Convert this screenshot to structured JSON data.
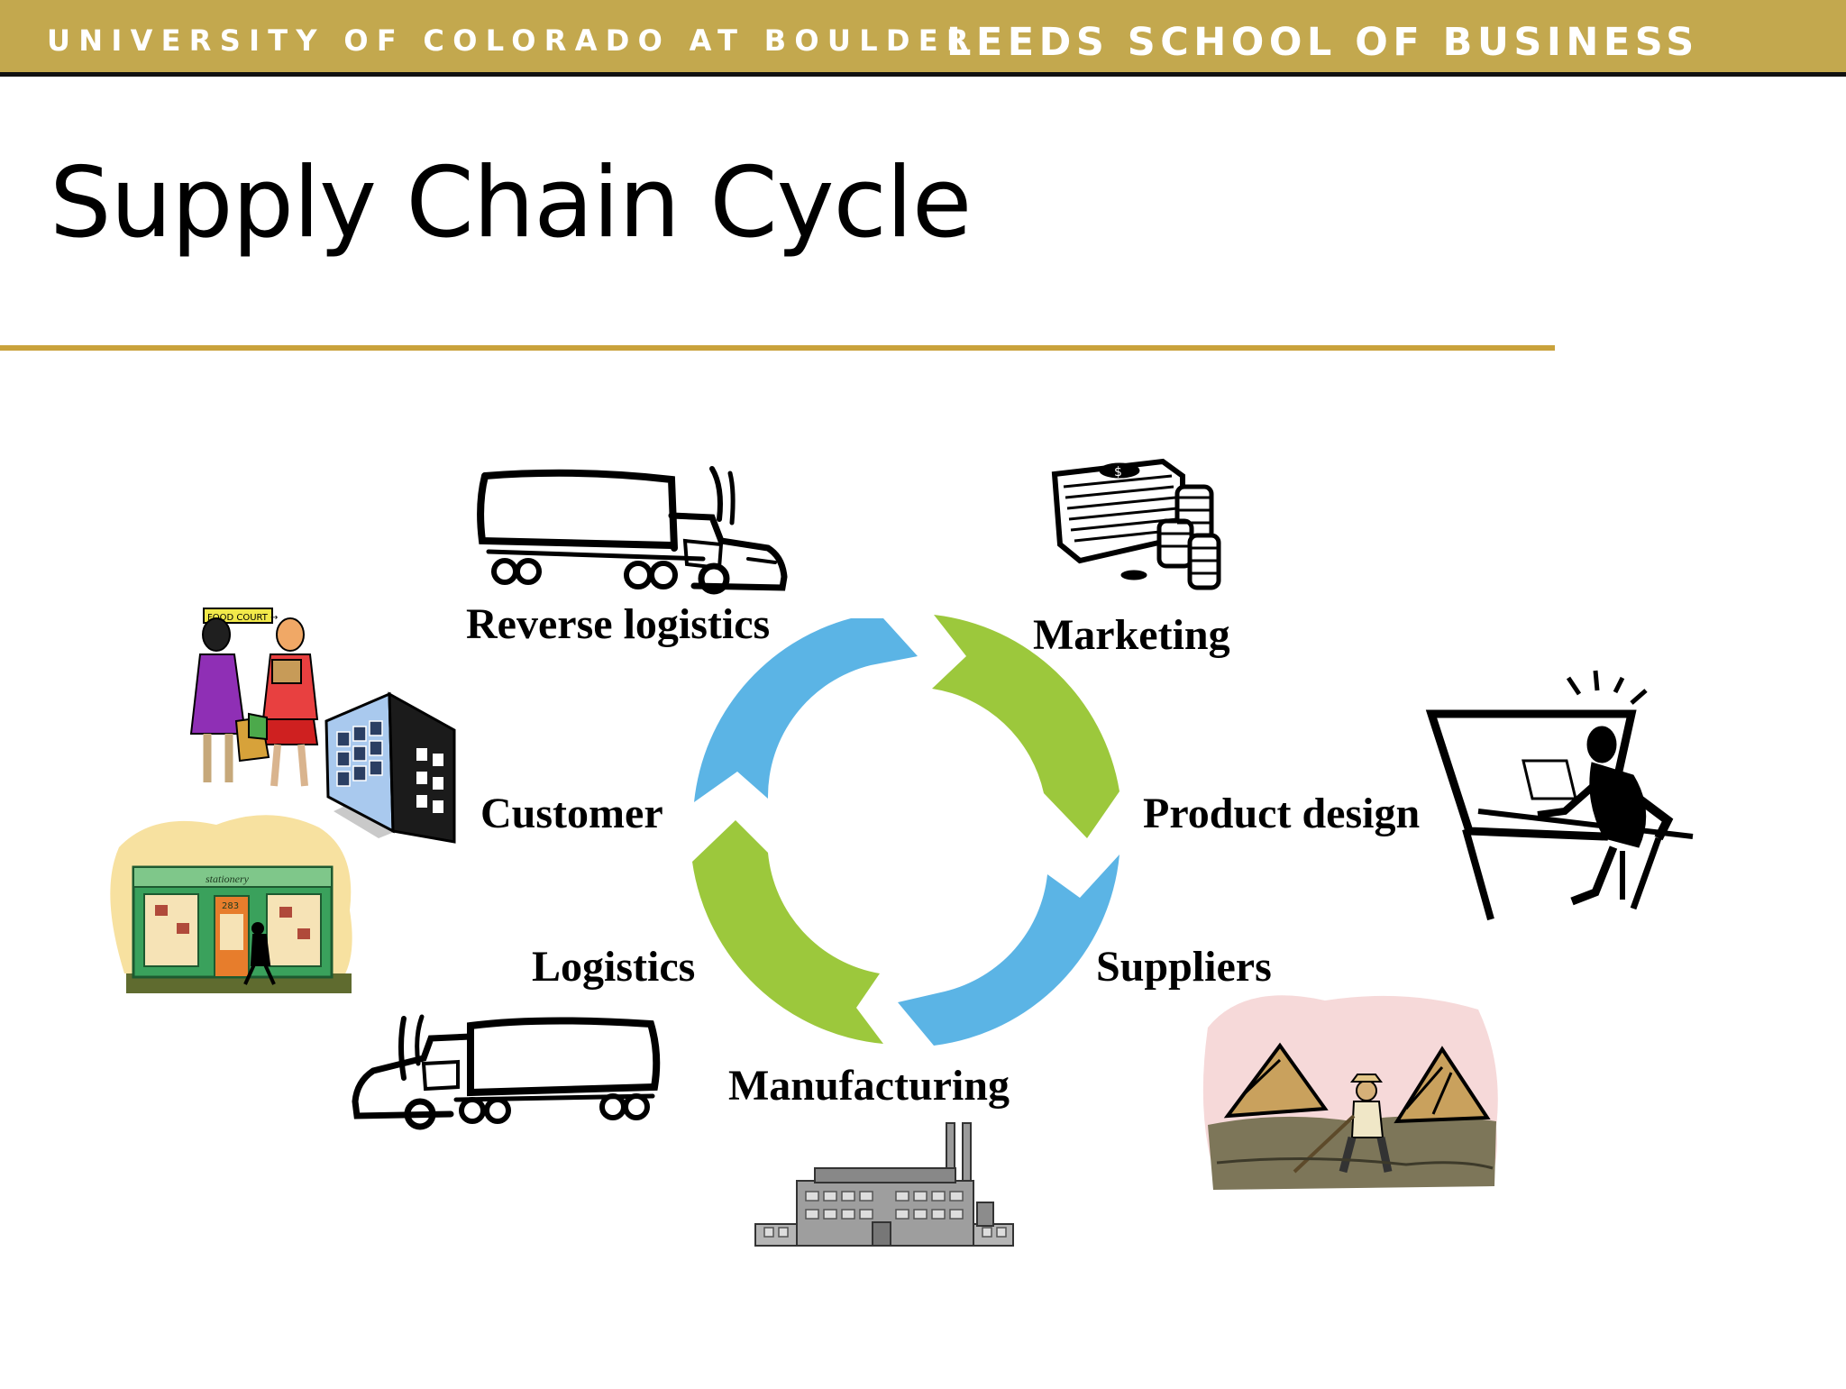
{
  "header": {
    "university": "UNIVERSITY OF COLORADO AT BOULDER",
    "school": "LEEDS SCHOOL OF BUSINESS"
  },
  "slide": {
    "title": "Supply Chain Cycle"
  },
  "diagram": {
    "stages": [
      "Reverse logistics",
      "Marketing",
      "Product design",
      "Suppliers",
      "Manufacturing",
      "Logistics",
      "Customer"
    ],
    "images": {
      "stationery_sign": "stationery",
      "store_number": "283",
      "food_court_sign": "FOOD COURT →",
      "money_symbol": "$"
    }
  },
  "colors": {
    "header_bg": "#c3a84e",
    "rule": "#c9a23c",
    "arrow_blue": "#5bb4e5",
    "arrow_green": "#9cc83c"
  }
}
